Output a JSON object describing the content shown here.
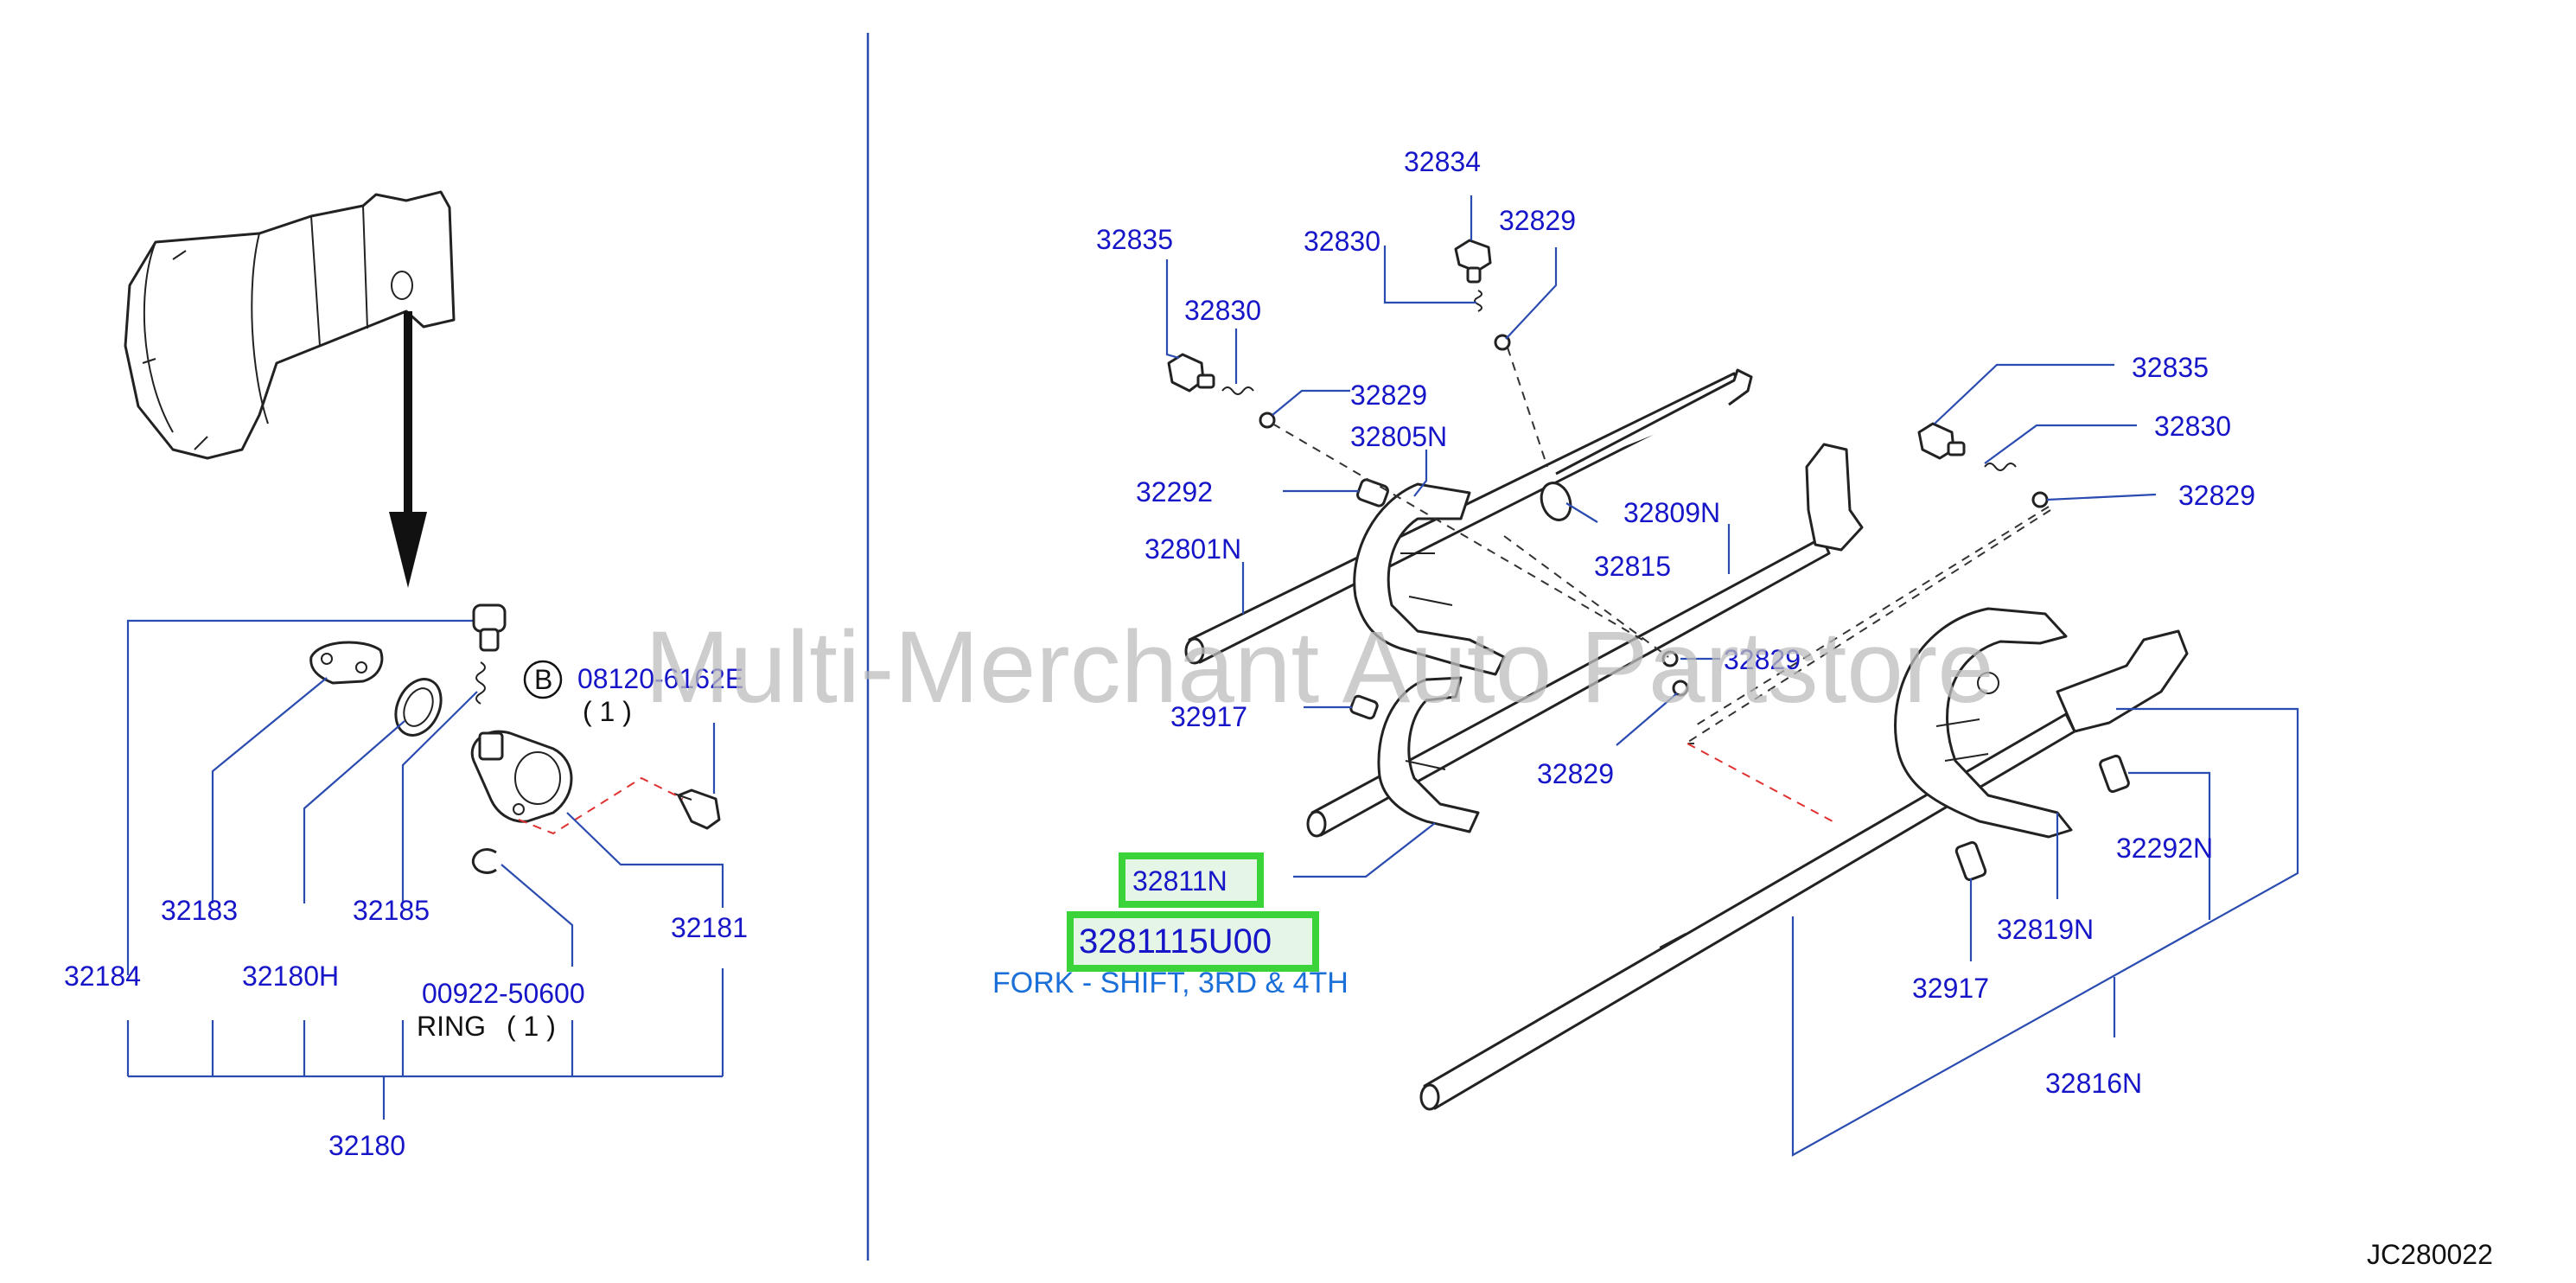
{
  "labels": {
    "p32834": "32834",
    "p32830_top": "32830",
    "p32829_top": "32829",
    "p32835_left": "32835",
    "p32830_left": "32830",
    "p32829_left": "32829",
    "p32805N": "32805N",
    "p32292": "32292",
    "p32809N": "32809N",
    "p32801N": "32801N",
    "p32815": "32815",
    "p32829_mid1": "32829",
    "p32829_mid2": "32829",
    "p32917_left": "32917",
    "p32835_right": "32835",
    "p32830_right": "32830",
    "p32829_right": "32829",
    "p32292N": "32292N",
    "p32819N": "32819N",
    "p32917_right": "32917",
    "p32816N": "32816N",
    "p32184": "32184",
    "p32183": "32183",
    "p32180H": "32180H",
    "p32185": "32185",
    "p32181": "32181",
    "p32180": "32180",
    "bolt_code": "08120-6162E",
    "bolt_qty": "( 1 )",
    "bolt_badge": "B",
    "ring_code": "00922-50600",
    "ring_name": "RING",
    "ring_qty": "( 1 )"
  },
  "highlight": {
    "part_number": "32811N",
    "oem_number": "3281115U00",
    "description": "FORK - SHIFT, 3RD & 4TH"
  },
  "watermark": "Multi-Merchant Auto Partstore",
  "diagram_code": "JC280022",
  "colors": {
    "label": "#1616c8",
    "leader": "#2a4bb0",
    "highlight_border": "#3ad43a",
    "description": "#1a6fd8",
    "red_dash": "#e03030"
  }
}
